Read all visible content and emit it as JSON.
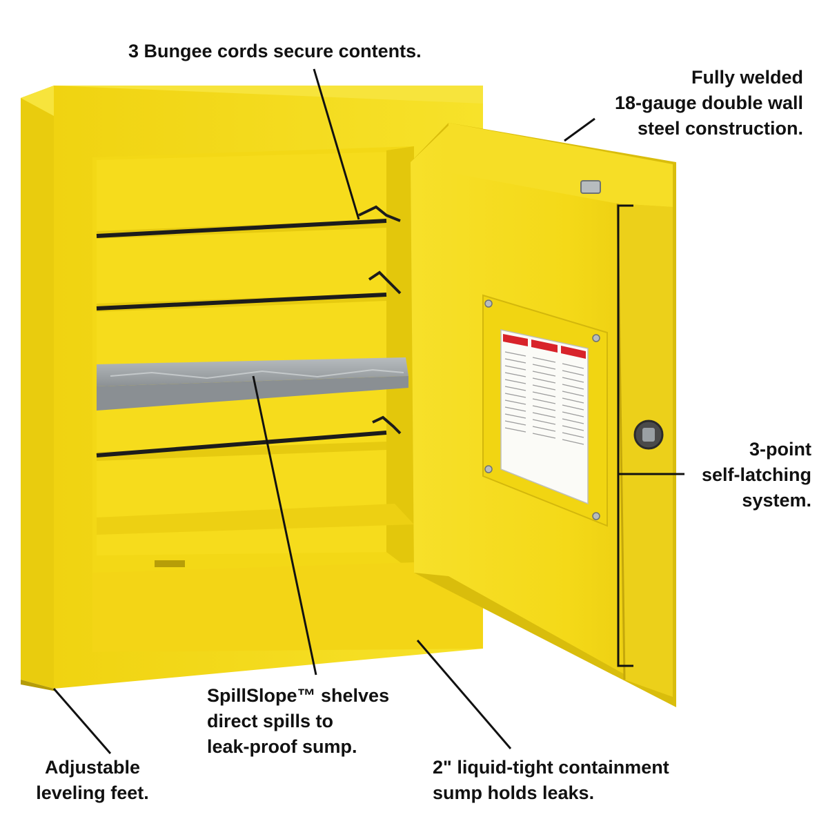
{
  "colors": {
    "cabinet_yellow": "#f4dc16",
    "cabinet_shadow": "#dbc30f",
    "cabinet_dark": "#c8ad0a",
    "shelf_steel": "#9ba0a3",
    "bungee": "#1c1c1c",
    "leader_line": "#111111",
    "label_red": "#d8232a"
  },
  "callouts": {
    "bungee": "3 Bungee cords secure contents.",
    "construction": [
      "Fully welded",
      "18-gauge double wall",
      "steel construction."
    ],
    "latching": [
      "3-point",
      "self-latching",
      "system."
    ],
    "spillslope": [
      "SpillSlope™ shelves",
      "direct spills to",
      "leak-proof sump."
    ],
    "feet": [
      "Adjustable",
      "leveling feet."
    ],
    "sump": [
      "2\" liquid-tight containment",
      "sump holds leaks."
    ]
  },
  "icons": {
    "lock": "lock-icon",
    "warning_label": "warning-label-icon"
  }
}
